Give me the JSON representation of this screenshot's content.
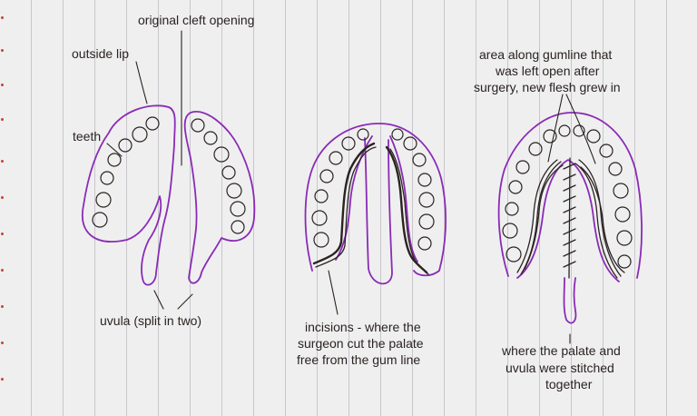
{
  "colors": {
    "outline": "#8a2bb5",
    "ink": "#2a2320",
    "paper": "#efeff0",
    "rule": "#c9c6cc",
    "margin_dot": "#c7432f"
  },
  "labels": {
    "original_cleft_opening": "original cleft opening",
    "outside_lip": "outside lip",
    "teeth": "teeth",
    "uvula_split": "uvula (split in two)",
    "incisions_line1": "incisions - where the",
    "incisions_line2": "surgeon cut the palate",
    "incisions_line3": "free from the gum line",
    "gumline_line1": "area along gumline that",
    "gumline_line2": "was left open after",
    "gumline_line3": "surgery, new flesh grew in",
    "stitched_line1": "where the palate and",
    "stitched_line2": "uvula were stitched",
    "stitched_line3": "together"
  }
}
